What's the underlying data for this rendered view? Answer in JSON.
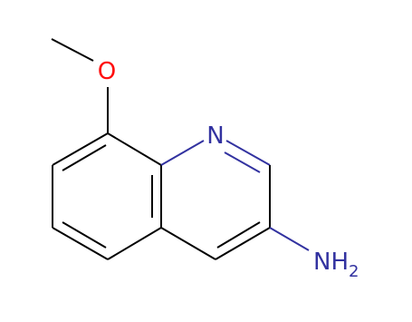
{
  "molecule": {
    "atom_labels": {
      "oxygen": "O",
      "ring_nitrogen": "N",
      "amine_nitrogen": "NH",
      "amine_subscript": "2"
    },
    "colors": {
      "bond": "#000000",
      "oxygen": "#ff0d0d",
      "nitrogen": "#3232a0"
    }
  }
}
